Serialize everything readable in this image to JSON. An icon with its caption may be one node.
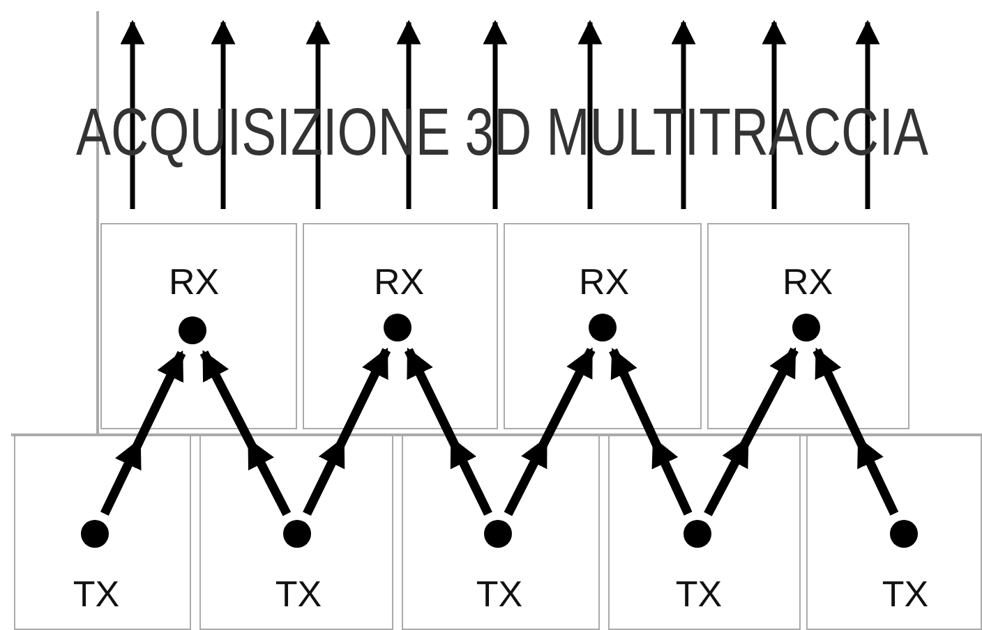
{
  "diagram": {
    "nodes": [
      {
        "text": [
          "RX"
        ]
      },
      {
        "text": [],
        "shape": "circle",
        "in": 0
      },
      {
        "text": [
          "RX"
        ]
      },
      {
        "text": [],
        "shape": "circle",
        "in": 2
      },
      {
        "text": [
          "RX"
        ]
      },
      {
        "text": [],
        "shape": "circle",
        "in": 4
      },
      {
        "text": [
          "RX"
        ]
      },
      {
        "text": [],
        "shape": "circle",
        "in": 6
      },
      {
        "text": [
          "TX"
        ]
      },
      {
        "text": [],
        "shape": "circle",
        "in": 8
      },
      {
        "text": [
          "TX"
        ]
      },
      {
        "text": [],
        "shape": "circle",
        "in": 10
      },
      {
        "text": [
          "TX"
        ]
      },
      {
        "text": [],
        "shape": "circle",
        "in": 12
      },
      {
        "text": [
          "TX"
        ]
      },
      {
        "text": [],
        "shape": "circle",
        "in": 14
      },
      {
        "text": [
          "TX"
        ]
      },
      {
        "text": [],
        "shape": "circle",
        "in": 16
      }
    ],
    "edges": [
      {
        "from": 9,
        "to": 1,
        "arrow": "to"
      },
      {
        "from": 11,
        "to": 1,
        "arrow": "to"
      },
      {
        "from": 11,
        "to": 3,
        "arrow": "to"
      },
      {
        "from": 13,
        "to": 3,
        "arrow": "to"
      },
      {
        "from": 13,
        "to": 5,
        "arrow": "to"
      },
      {
        "from": 15,
        "to": 5,
        "arrow": "to"
      },
      {
        "from": 15,
        "to": 7,
        "arrow": "to"
      },
      {
        "from": 17,
        "to": 7,
        "arrow": "to"
      }
    ],
    "labels": [
      "ACQUISIZIONE 3D MULTITRACCIA"
    ]
  }
}
